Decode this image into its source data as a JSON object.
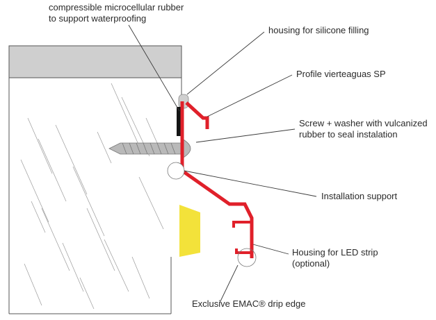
{
  "diagram": {
    "labels": {
      "rubber_line1": "compressible microcellular rubber",
      "rubber_line2": "to support waterproofing",
      "silicone": "housing for silicone filling",
      "profile": "Profile vierteaguas SP",
      "screw_line1": "Screw + washer with vulcanized",
      "screw_line2": "rubber to seal instalation",
      "support": "Installation support",
      "led_line1": "Housing for LED strip",
      "led_line2": "(optional)",
      "drip": "Exclusive EMAC® drip edge"
    },
    "colors": {
      "profile_red": "#e0202a",
      "led_yellow": "#f3e23a",
      "cap_gray": "#cfcfcf",
      "screw_gray": "#b9b9b9",
      "rubber_black": "#141414",
      "outline": "#555555"
    }
  }
}
